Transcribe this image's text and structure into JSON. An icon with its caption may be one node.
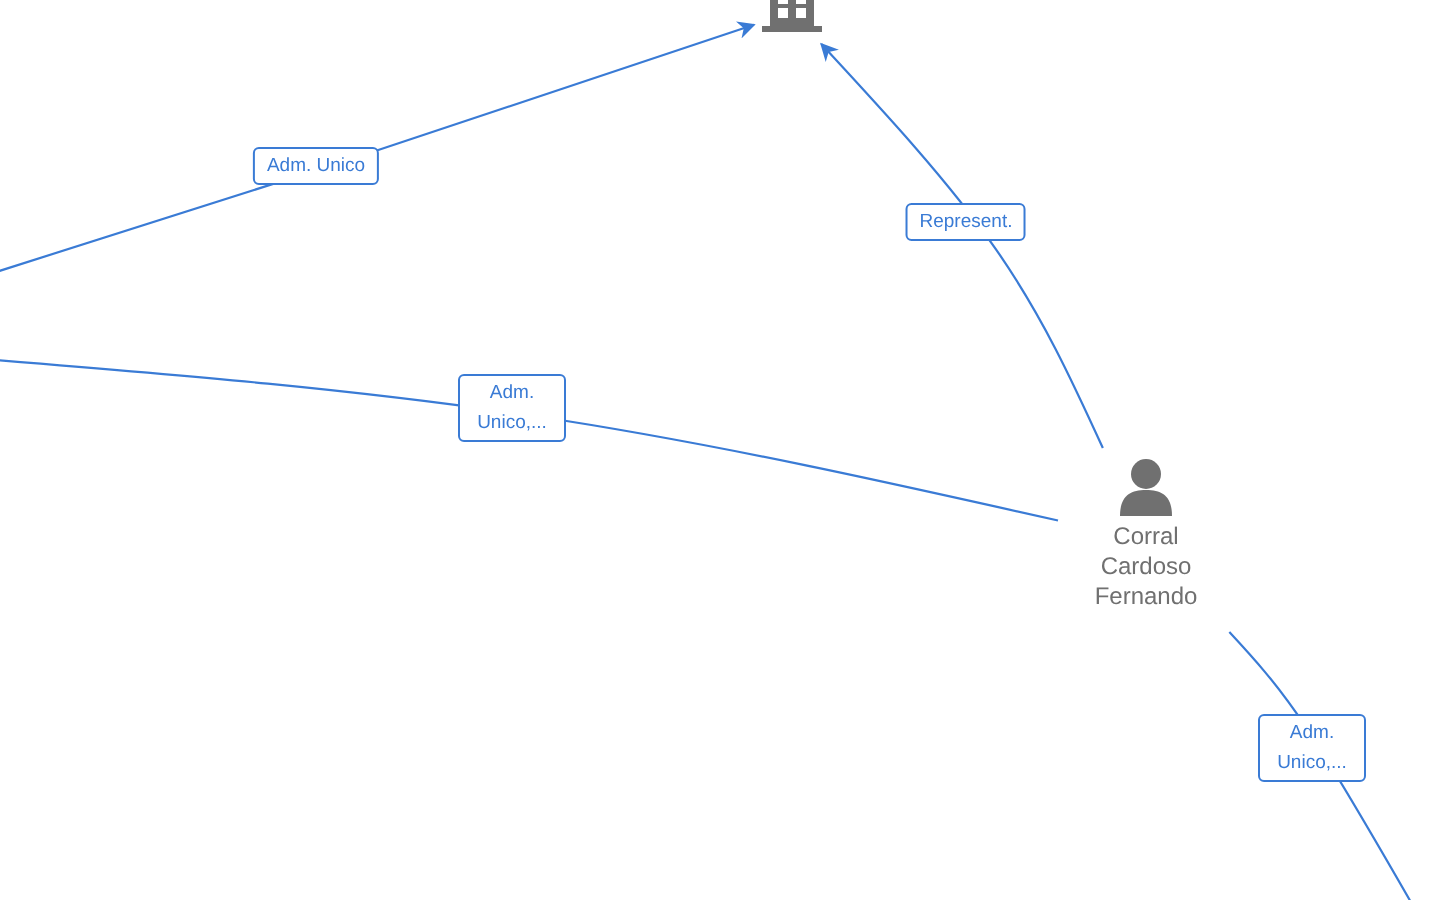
{
  "diagram": {
    "nodes": [
      {
        "text": [],
        "shape": "building"
      },
      {
        "text": [
          "Corral Cardoso Fernando"
        ]
      }
    ],
    "edges": [
      {
        "from": null,
        "to": 0,
        "arrow": "to",
        "label": "Adm. Unico"
      },
      {
        "from": 1,
        "to": 0,
        "arrow": "to",
        "label": "Represent."
      },
      {
        "from": null,
        "to": 1,
        "arrow": "none",
        "label": "Adm. Unico,..."
      },
      {
        "from": 1,
        "to": null,
        "arrow": "none",
        "label": "Adm. Unico,..."
      }
    ]
  }
}
